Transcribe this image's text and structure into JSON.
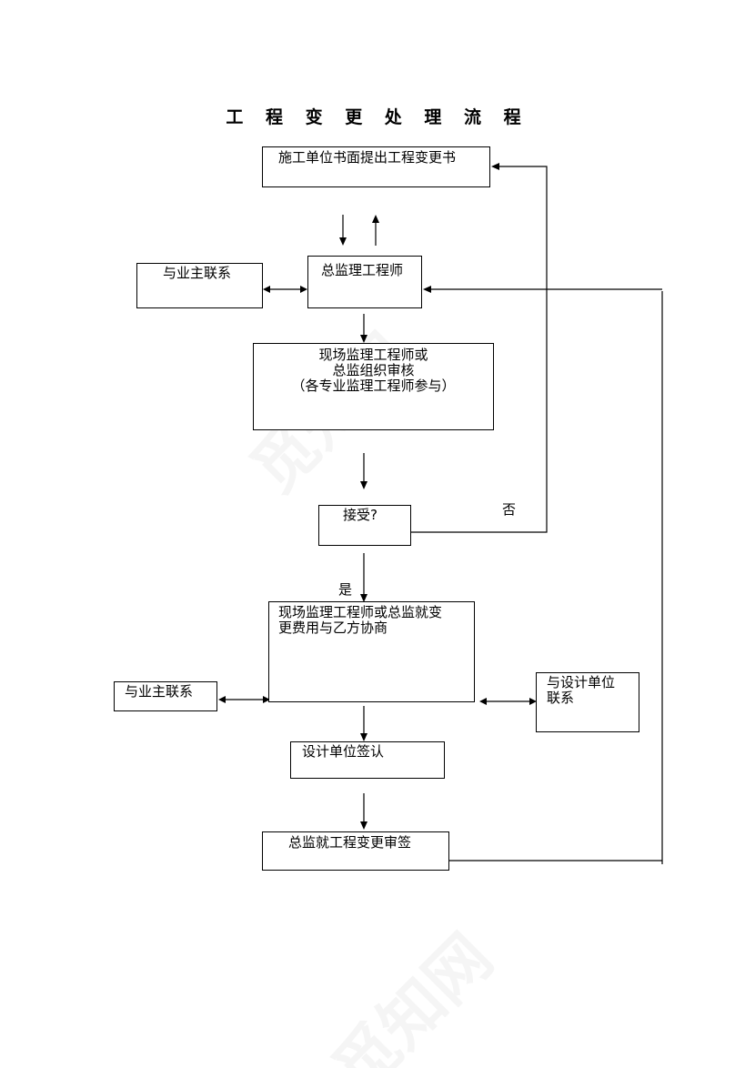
{
  "title": "工 程 变 更 处 理 流 程",
  "nodes": {
    "submit": "施工单位书面提出工程变更书",
    "chief_engineer": "总监理工程师",
    "owner_contact_1": "与业主联系",
    "review": [
      "现场监理工程师或",
      "总监组织审核",
      "（各专业监理工程师参与）"
    ],
    "accept": "接受?",
    "negotiate": [
      "现场监理工程师或总监就变",
      "更费用与乙方协商"
    ],
    "owner_contact_2": "与业主联系",
    "design_contact": [
      "与设计单位",
      "联系"
    ],
    "design_sign": "设计单位签认",
    "chief_sign": "总监就工程变更审签"
  },
  "edge_labels": {
    "no": "否",
    "yes": "是"
  },
  "watermark": "觅知网"
}
